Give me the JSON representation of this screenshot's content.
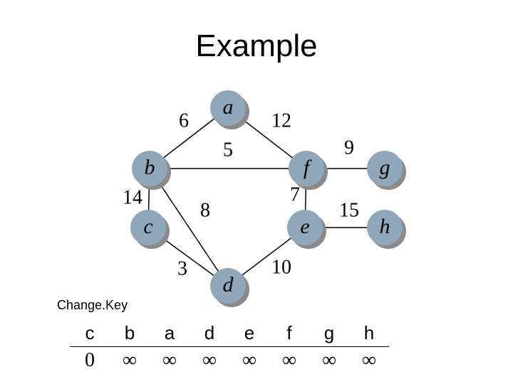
{
  "title": "Example",
  "nodes": [
    {
      "id": "a",
      "label": "a",
      "color": "#8fa7b8"
    },
    {
      "id": "b",
      "label": "b",
      "color": "#8fa7b8"
    },
    {
      "id": "c",
      "label": "c",
      "color": "#b9d7c6"
    },
    {
      "id": "d",
      "label": "d",
      "color": "#8fa7b8"
    },
    {
      "id": "e",
      "label": "e",
      "color": "#8fa7b8"
    },
    {
      "id": "f",
      "label": "f",
      "color": "#8fa7b8"
    },
    {
      "id": "g",
      "label": "g",
      "color": "#8fa7b8"
    },
    {
      "id": "h",
      "label": "h",
      "color": "#8fa7b8"
    }
  ],
  "edges": [
    {
      "from": "a",
      "to": "b",
      "weight": "6"
    },
    {
      "from": "a",
      "to": "f",
      "weight": "12"
    },
    {
      "from": "b",
      "to": "f",
      "weight": "5"
    },
    {
      "from": "b",
      "to": "c",
      "weight": "14"
    },
    {
      "from": "b",
      "to": "d",
      "weight": "8"
    },
    {
      "from": "c",
      "to": "d",
      "weight": "3"
    },
    {
      "from": "f",
      "to": "g",
      "weight": "9"
    },
    {
      "from": "f",
      "to": "e",
      "weight": "7"
    },
    {
      "from": "e",
      "to": "h",
      "weight": "15"
    },
    {
      "from": "e",
      "to": "d",
      "weight": "10"
    }
  ],
  "change_key": {
    "label": "Change.Key",
    "headers": [
      "c",
      "b",
      "a",
      "d",
      "e",
      "f",
      "g",
      "h"
    ],
    "values": [
      "0",
      "∞",
      "∞",
      "∞",
      "∞",
      "∞",
      "∞",
      "∞"
    ]
  }
}
